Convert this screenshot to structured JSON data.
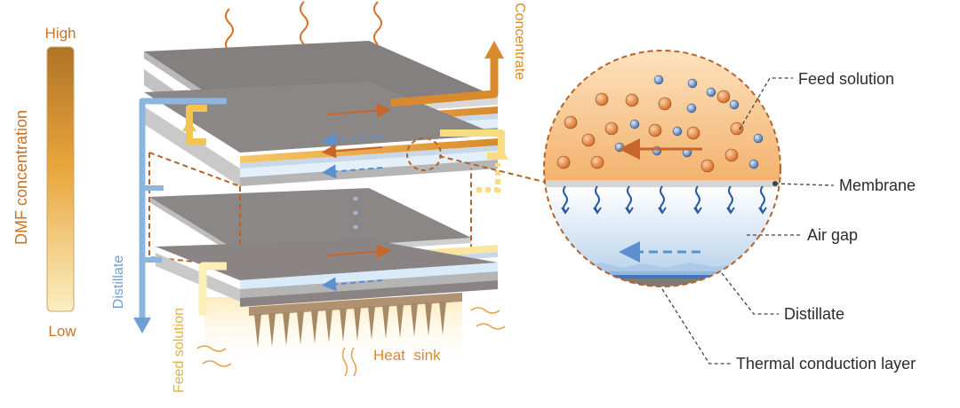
{
  "colors": {
    "orange": "#d4722a",
    "dark_orange": "#b5651d",
    "light_yellow": "#fbe9a6",
    "gold": "#e8a53b",
    "blue": "#6f9fd4",
    "dark_blue": "#2a5aa0",
    "plate_gray": "#8a8584",
    "plate_light": "#c9c9c9",
    "membrane_blue": "#cfe3f3",
    "dashed": "#b5632a",
    "text": "#2b2b2b"
  },
  "scale_bar": {
    "title": "DMF concentration",
    "high": "High",
    "low": "Low"
  },
  "stack_labels": {
    "concentrate": "Concentrate",
    "distillate": "Distillate",
    "feed_solution": "Feed solution",
    "heat_sink": "Heat  sink"
  },
  "callouts": {
    "feed_solution": "Feed solution",
    "membrane": "Membrane",
    "air_gap": "Air gap",
    "distillate": "Distillate",
    "thermal_conduction_layer": "Thermal conduction layer"
  }
}
